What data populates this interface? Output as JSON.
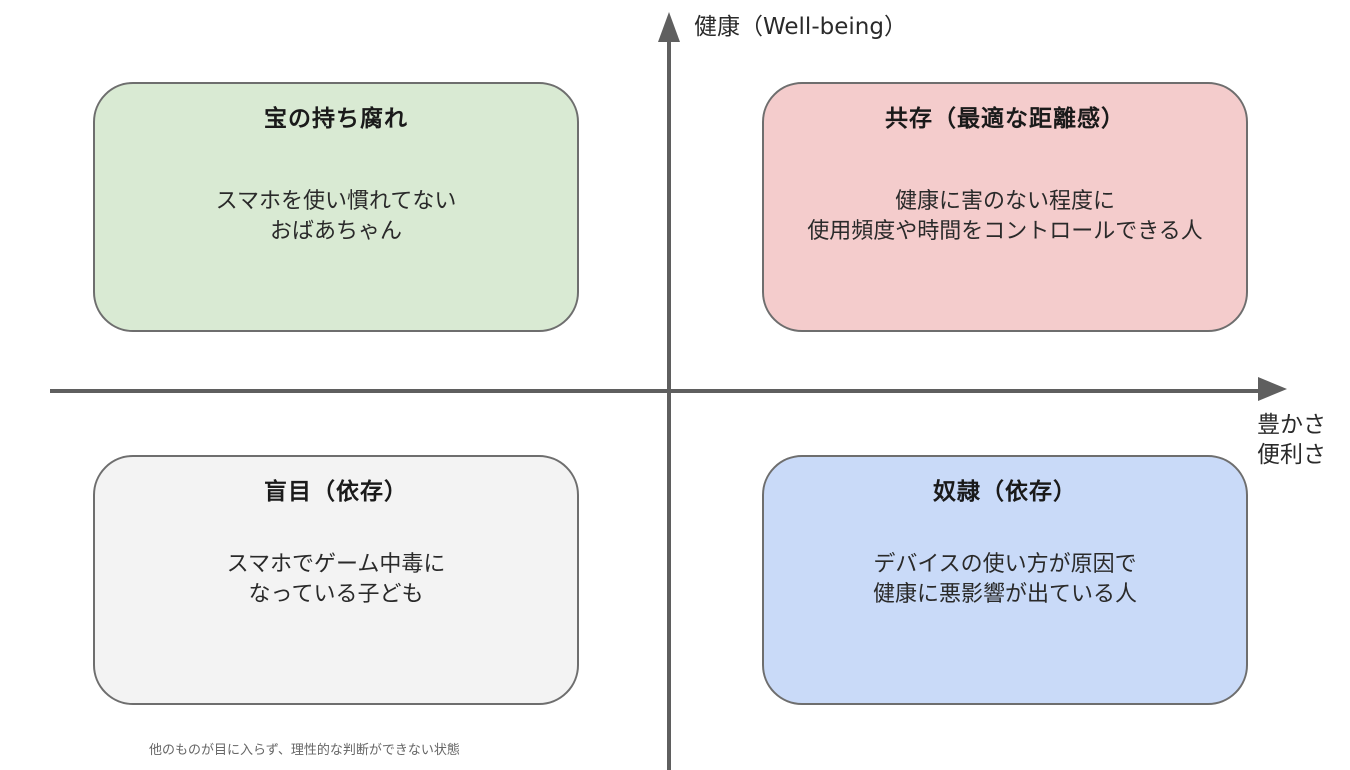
{
  "axes": {
    "y_axis": {
      "label": "健康（Well-being）",
      "direction": "up"
    },
    "x_axis": {
      "label_lines": [
        "豊かさ",
        "便利さ"
      ],
      "direction": "right"
    },
    "color": "#5f5f5f"
  },
  "quadrants": [
    {
      "position": "top-left",
      "title": "宝の持ち腐れ",
      "body_lines": [
        "スマホを使い慣れてない",
        "おばあちゃん"
      ],
      "fill": "#d9ead3"
    },
    {
      "position": "top-right",
      "title": "共存（最適な距離感）",
      "body_lines": [
        "健康に害のない程度に",
        "使用頻度や時間をコントロールできる人"
      ],
      "fill": "#f4cccc"
    },
    {
      "position": "bottom-left",
      "title": "盲目（依存）",
      "body_lines": [
        "スマホでゲーム中毒に",
        "なっている子ども"
      ],
      "fill": "#f3f3f3"
    },
    {
      "position": "bottom-right",
      "title": "奴隷（依存）",
      "body_lines": [
        "デバイスの使い方が原因で",
        "健康に悪影響が出ている人"
      ],
      "fill": "#c9daf8"
    }
  ],
  "footnote": "他のものが目に入らず、理性的な判断ができない状態"
}
